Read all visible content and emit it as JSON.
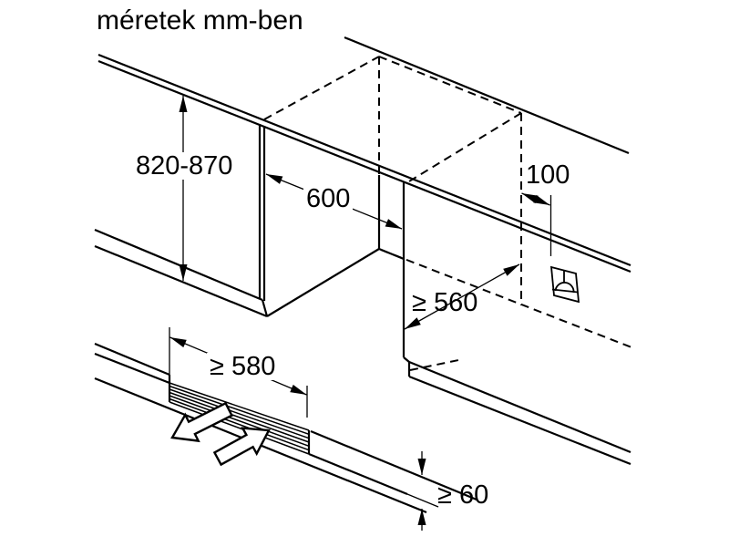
{
  "title": "méretek mm-ben",
  "dimensions": {
    "niche_height": "820-870",
    "niche_width": "600",
    "socket_distance": "100",
    "niche_depth": "≥ 560",
    "vent_cutout_width": "≥ 580",
    "vent_gap_height": "≥ 60"
  },
  "icons": {
    "socket": "power-socket-icon"
  },
  "colors": {
    "line": "#000000",
    "background": "#ffffff",
    "text": "#000000"
  }
}
